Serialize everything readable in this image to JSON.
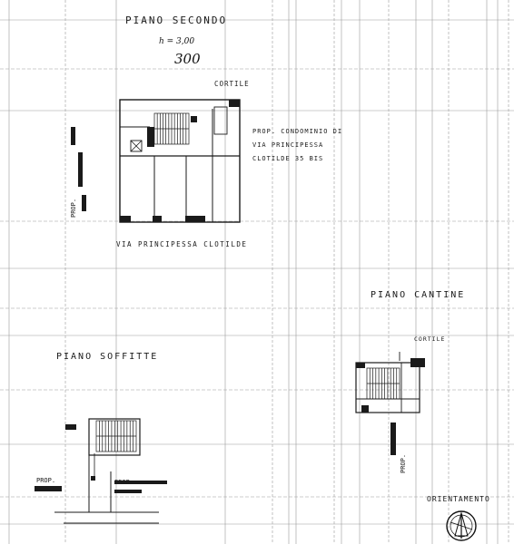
{
  "sheet": {
    "colors": {
      "ink": "#1a1a1a",
      "grid": "#9a9a9a",
      "paper": "#ffffff"
    }
  },
  "second_floor": {
    "title": "PIANO SECONDO",
    "height_note": "h = 3,00",
    "handwritten_value": "300",
    "courtyard_label": "CORTILE",
    "neighbor_lines": [
      "PROP. CONDOMINIO DI",
      "VIA PRINCIPESSA",
      "CLOTILDE 35 BIS"
    ],
    "street_label": "VIA PRINCIPESSA CLOTILDE",
    "side_label": "PROP."
  },
  "cellar_floor": {
    "title": "PIANO CANTINE",
    "courtyard_label": "CORTILE",
    "side_label": "PROP."
  },
  "attic_floor": {
    "title": "PIANO SOFFITTE",
    "left_label": "PROP.",
    "right_label": "PROP."
  },
  "orientation": {
    "label": "ORIENTAMENTO",
    "icon": "compass-rose-icon"
  }
}
